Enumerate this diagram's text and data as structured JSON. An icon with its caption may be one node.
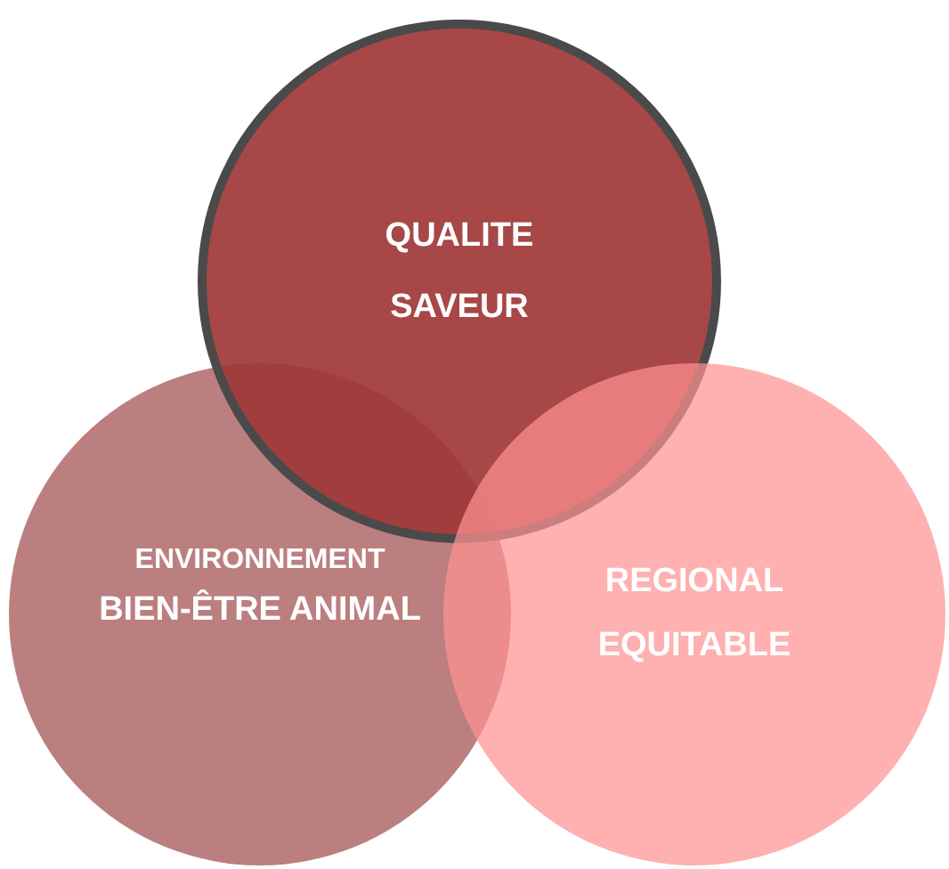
{
  "diagram": {
    "nodes": [
      {
        "text": [
          "QUALITE",
          "SAVEUR"
        ]
      },
      {
        "text": [
          "ENVIRONNEMENT",
          "BIEN-ÊTRE ANIMAL"
        ]
      },
      {
        "text": [
          "REGIONAL",
          "EQUITABLE"
        ]
      }
    ]
  }
}
